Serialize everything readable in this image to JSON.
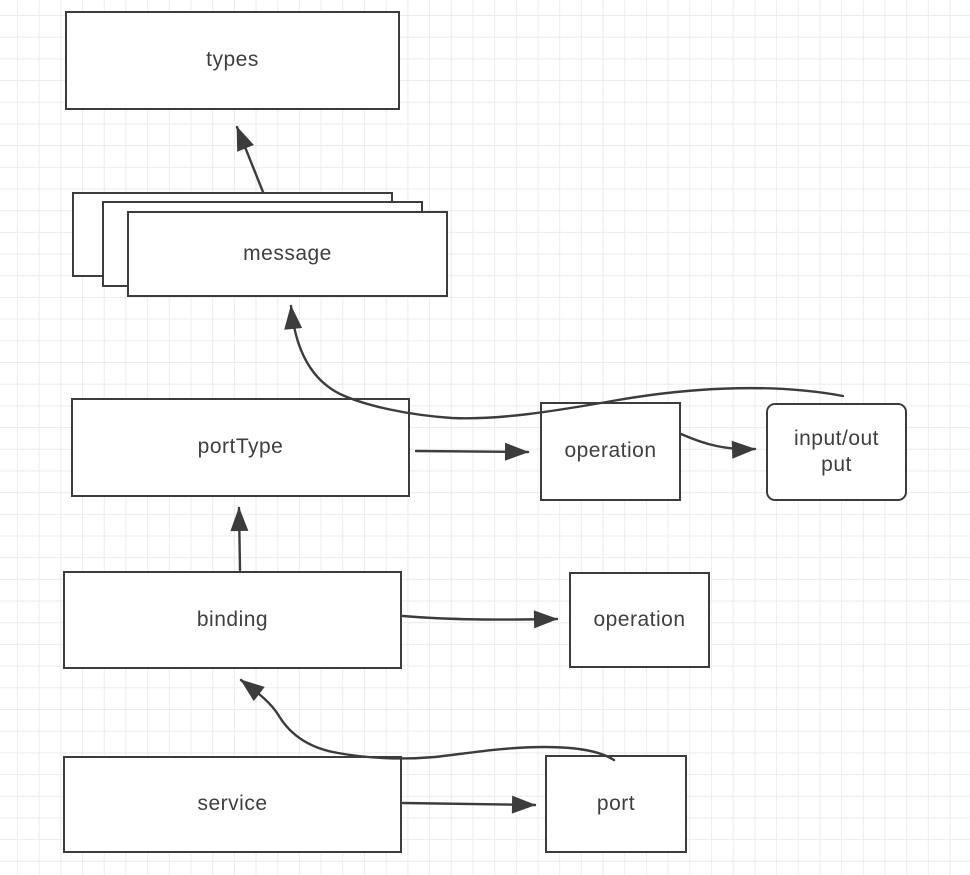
{
  "canvas": {
    "background": "#ffffff",
    "grid_color": "#ececec",
    "stroke_color": "#3c3c3c",
    "text_color": "#3f3f3f"
  },
  "nodes": {
    "types": {
      "label": "types"
    },
    "message": {
      "label": "message",
      "stacked_copies": 3
    },
    "portType": {
      "label": "portType"
    },
    "operation_top": {
      "label": "operation"
    },
    "input_output": {
      "line1": "input/out",
      "line2": "put"
    },
    "binding": {
      "label": "binding"
    },
    "operation_bottom": {
      "label": "operation"
    },
    "service": {
      "label": "service"
    },
    "port": {
      "label": "port"
    }
  },
  "edges": [
    {
      "from": "message",
      "to": "types",
      "style": "straight-arrow"
    },
    {
      "from": "input/output",
      "to": "message",
      "style": "curved-arrow"
    },
    {
      "from": "portType",
      "to": "operation (top)",
      "style": "straight-arrow"
    },
    {
      "from": "operation (top)",
      "to": "input/output",
      "style": "curved-arrow"
    },
    {
      "from": "binding",
      "to": "portType",
      "style": "straight-arrow"
    },
    {
      "from": "binding",
      "to": "operation (bottom)",
      "style": "straight-arrow"
    },
    {
      "from": "port",
      "to": "binding",
      "style": "curved-arrow"
    },
    {
      "from": "service",
      "to": "port",
      "style": "straight-arrow"
    }
  ]
}
